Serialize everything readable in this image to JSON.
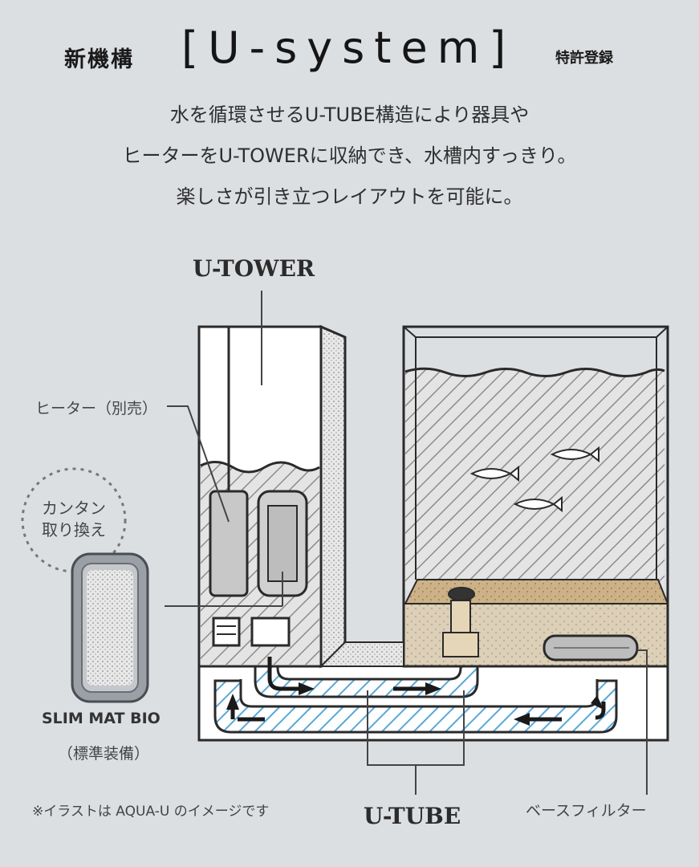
{
  "header": {
    "title_prefix": "新機構",
    "title_main": "[U-system]",
    "title_suffix": "特許登録"
  },
  "description": [
    "水を循環させるU-TUBE構造により器具や",
    "ヒーターをU-TOWERに収納でき、水槽内すっきり。",
    "楽しさが引き立つレイアウトを可能に。"
  ],
  "labels": {
    "u_tower": "U-TOWER",
    "heater": "ヒーター（別売）",
    "easy_swap_line1": "カンタン",
    "easy_swap_line2": "取り換え",
    "slim_mat": "SLIM MAT BIO",
    "standard_equipment": "（標準装備）",
    "note": "※イラストは AQUA-U のイメージです",
    "u_tube": "U-TUBE",
    "base_filter": "ベースフィルター"
  },
  "colors": {
    "background": "#dcdfe2",
    "water_tube": "#5aa8d8",
    "sand": "#c9ab7e",
    "outline": "#2a2a2a"
  }
}
